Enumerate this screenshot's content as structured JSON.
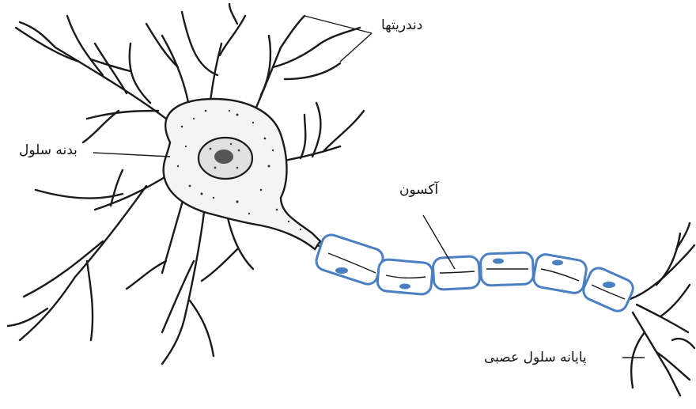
{
  "labels": {
    "dendrites": "دندریتها",
    "cell_body": "بدنه سلول",
    "axon": "آکسون",
    "axon_terminal": "پایانه سلول عصبی"
  },
  "colors": {
    "line": "#1a1a1a",
    "myelin_stroke": "#4a7fc1",
    "myelin_fill": "#ffffff",
    "soma_fill": "#f4f4f4",
    "nucleus_fill": "#e0e0e0",
    "background": "#ffffff"
  }
}
